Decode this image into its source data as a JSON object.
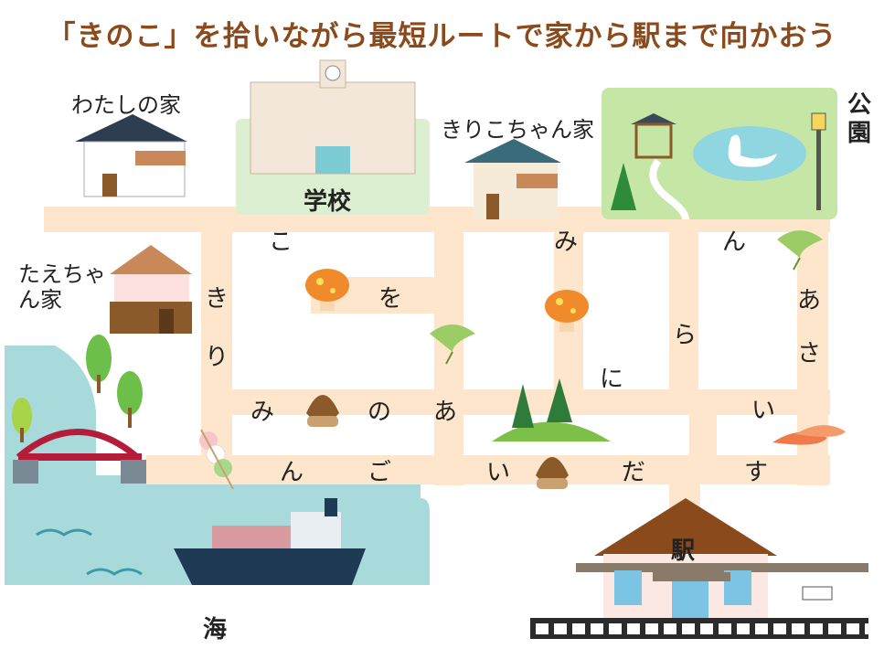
{
  "title": "「きのこ」を拾いながら最短ルートで家から駅まで向かおう",
  "places": {
    "my_home": "わたしの家",
    "school": "学校",
    "kiriko_home": "きりこちゃん家",
    "park": "公園",
    "tae_home": "たえちゃん家",
    "sea": "海",
    "station": "駅",
    "station_sign": "駅"
  },
  "chars": {
    "ko": "こ",
    "mi": "み",
    "n_top": "ん",
    "ki": "き",
    "wo": "を",
    "ri": "り",
    "ra": "ら",
    "a_right": "あ",
    "sa": "さ",
    "ni": "に",
    "mi_left": "み",
    "no": "の",
    "a_mid": "あ",
    "i_right": "い",
    "n_bottom": "ん",
    "go": "ご",
    "i_bottom": "い",
    "da": "だ",
    "su": "す"
  },
  "colors": {
    "road": "#fde6cc",
    "sea": "#a8dadb",
    "park": "#c6e6a5",
    "school_bg": "#dcefd0",
    "title": "#8a4a1c",
    "mushroom": "#f08a2a",
    "bridge": "#b51c3a"
  }
}
